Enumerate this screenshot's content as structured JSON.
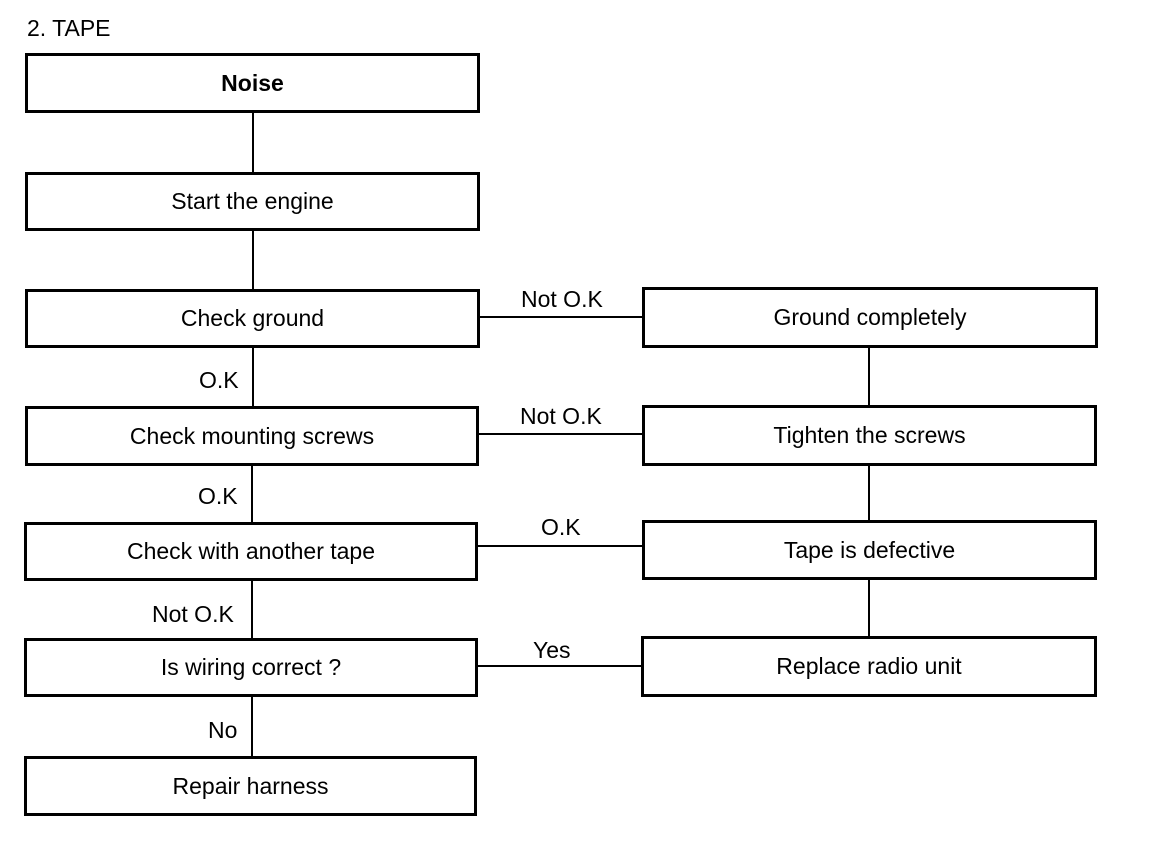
{
  "title": "2. TAPE",
  "boxes": {
    "noise": "Noise",
    "start_engine": "Start the engine",
    "check_ground": "Check ground",
    "ground_completely": "Ground completely",
    "check_screws": "Check mounting screws",
    "tighten_screws": "Tighten the screws",
    "check_tape": "Check with another tape",
    "tape_defective": "Tape is defective",
    "wiring_correct": "Is wiring correct ?",
    "replace_radio": "Replace radio unit",
    "repair_harness": "Repair harness"
  },
  "labels": {
    "ground_not_ok": "Not O.K",
    "ground_ok": "O.K",
    "screws_not_ok": "Not O.K",
    "screws_ok": "O.K",
    "tape_ok": "O.K",
    "tape_not_ok": "Not O.K",
    "wiring_yes": "Yes",
    "wiring_no": "No"
  }
}
